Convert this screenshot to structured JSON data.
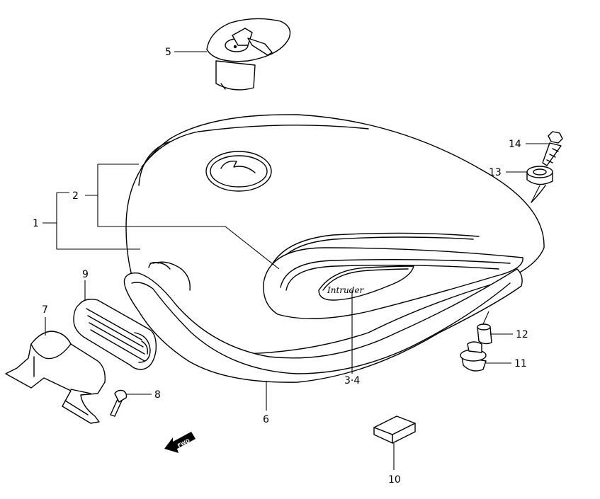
{
  "callouts": {
    "c1": "1",
    "c2": "2",
    "c34": "3·4",
    "c5": "5",
    "c6": "6",
    "c7": "7",
    "c8": "8",
    "c9": "9",
    "c10": "10",
    "c11": "11",
    "c12": "12",
    "c13": "13",
    "c14": "14"
  },
  "emblem_text": "Intruder",
  "fwd_label": "FWD",
  "icons": {
    "direction": "fwd-arrow-icon"
  }
}
